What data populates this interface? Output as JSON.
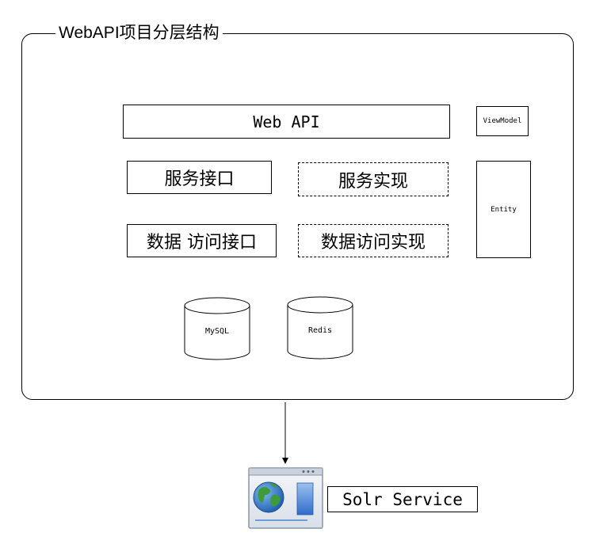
{
  "frame": {
    "title": "WebAPI项目分层结构"
  },
  "layers": {
    "web_api": "Web API",
    "view_model": "ViewModel",
    "entity": "Entity",
    "service_interface": "服务接口",
    "service_impl": "服务实现",
    "data_access_interface": "数据 访问接口",
    "data_access_impl": "数据访问实现"
  },
  "databases": [
    {
      "label": "MySQL"
    },
    {
      "label": "Redis"
    }
  ],
  "external": {
    "service_label": "Solr Service",
    "icon": "web-browser-globe-icon"
  },
  "colors": {
    "stroke": "#000000",
    "globe_ocean": "#2a6fc0",
    "globe_land": "#3f9a3a",
    "panel_blue": "#4d86d6"
  }
}
